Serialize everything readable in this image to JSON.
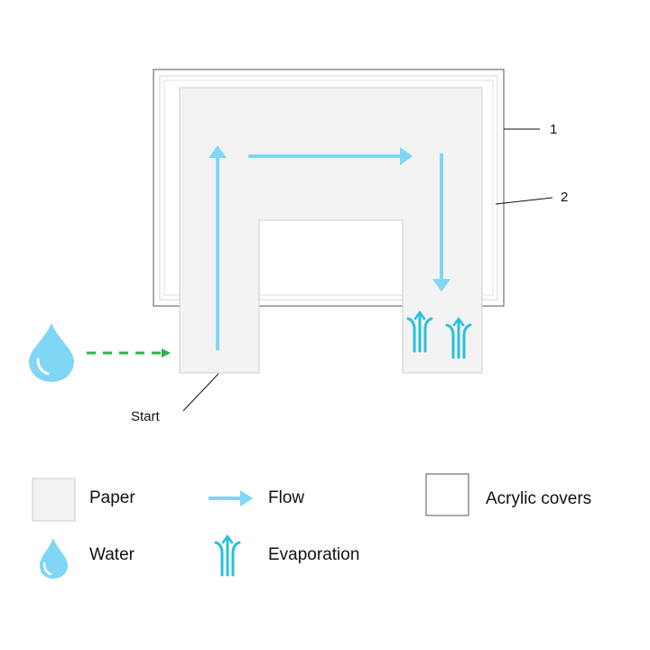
{
  "callouts": {
    "one": "1",
    "two": "2",
    "start": "Start"
  },
  "legend": {
    "paper": "Paper",
    "flow": "Flow",
    "acrylic": "Acrylic covers",
    "water": "Water",
    "evaporation": "Evaporation"
  },
  "colors": {
    "paper_fill": "#f3f3f3",
    "paper_stroke": "#cccccc",
    "acrylic_stroke": "#555555",
    "flow": "#7fd6f5",
    "water": "#7fd6f5",
    "evaporation": "#29c1de",
    "dashed_arrow": "#2db34a"
  }
}
